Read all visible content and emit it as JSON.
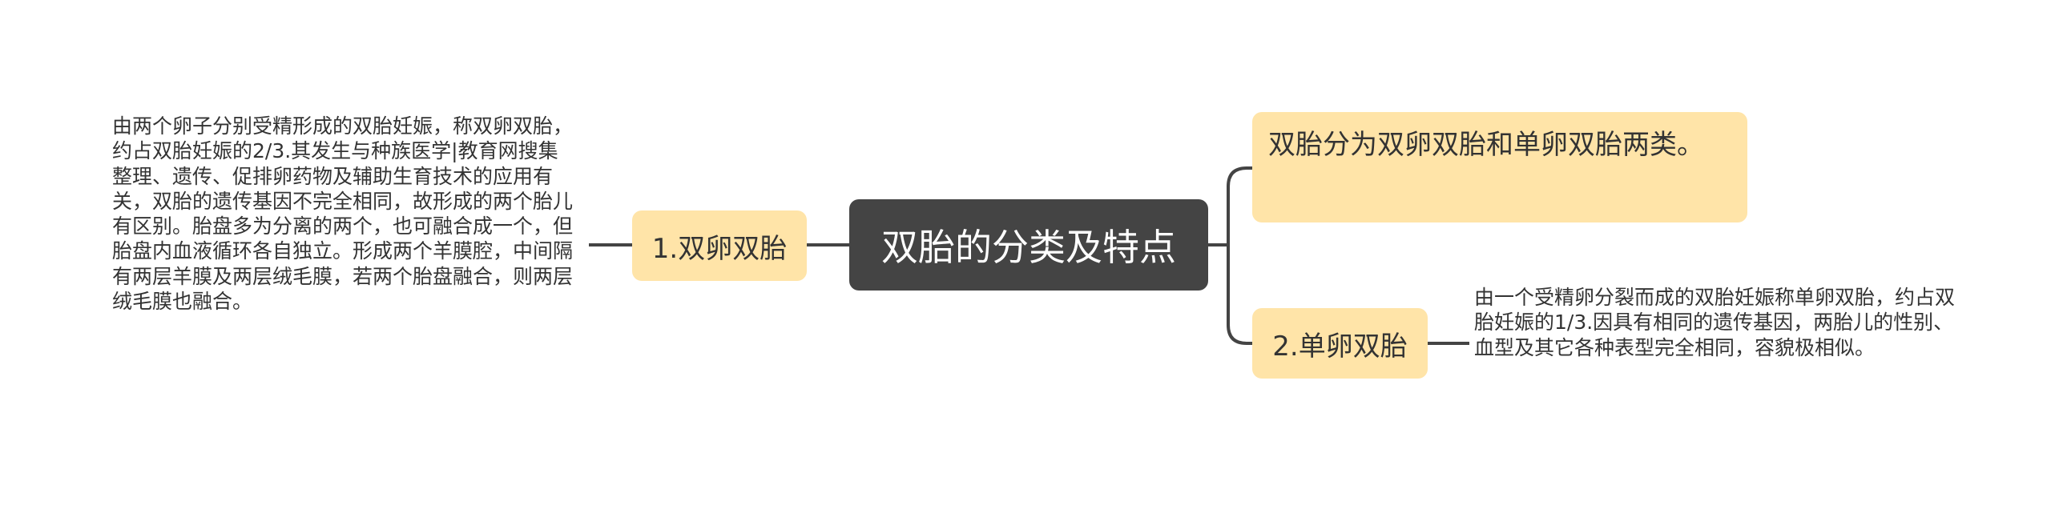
{
  "central": {
    "title": "双胎的分类及特点"
  },
  "branches": [
    {
      "label": "1.双卵双胎",
      "detail": "由两个卵子分别受精形成的双胎妊娠，称双卵双胎，约占双胎妊娠的2/3.其发生与种族医学|教育网搜集整理、遗传、促排卵药物及辅助生育技术的应用有关，双胎的遗传基因不完全相同，故形成的两个胎儿有区别。胎盘多为分离的两个，也可融合成一个，但胎盘内血液循环各自独立。形成两个羊膜腔，中间隔有两层羊膜及两层绒毛膜，若两个胎盘融合，则两层绒毛膜也融合。"
    },
    {
      "label": "双胎分为双卵双胎和单卵双胎两类。"
    },
    {
      "label": "2.单卵双胎",
      "detail": "由一个受精卵分裂而成的双胎妊娠称单卵双胎，约占双胎妊娠的1/3.因具有相同的遗传基因，两胎儿的性别、血型及其它各种表型完全相同，容貌极相似。"
    }
  ],
  "colors": {
    "central_bg": "#444444",
    "branch_bg": "#ffe4a8",
    "connector": "#444444"
  }
}
